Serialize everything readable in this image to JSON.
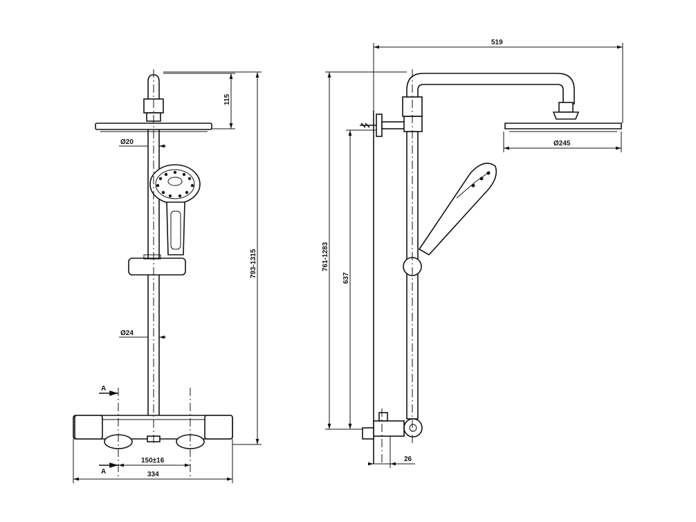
{
  "front_view": {
    "head_height": "115",
    "pipe_dia_top": "Ø20",
    "pipe_dia_riser": "Ø24",
    "total_height": "793-1315",
    "inlet_spacing": "150±16",
    "mixer_width": "334",
    "section_mark_top": "A",
    "section_mark_bottom": "A"
  },
  "side_view": {
    "arm_reach": "519",
    "head_dia": "Ø245",
    "overall_height": "761-1283",
    "bracket_height": "637",
    "wall_offset": "26"
  }
}
